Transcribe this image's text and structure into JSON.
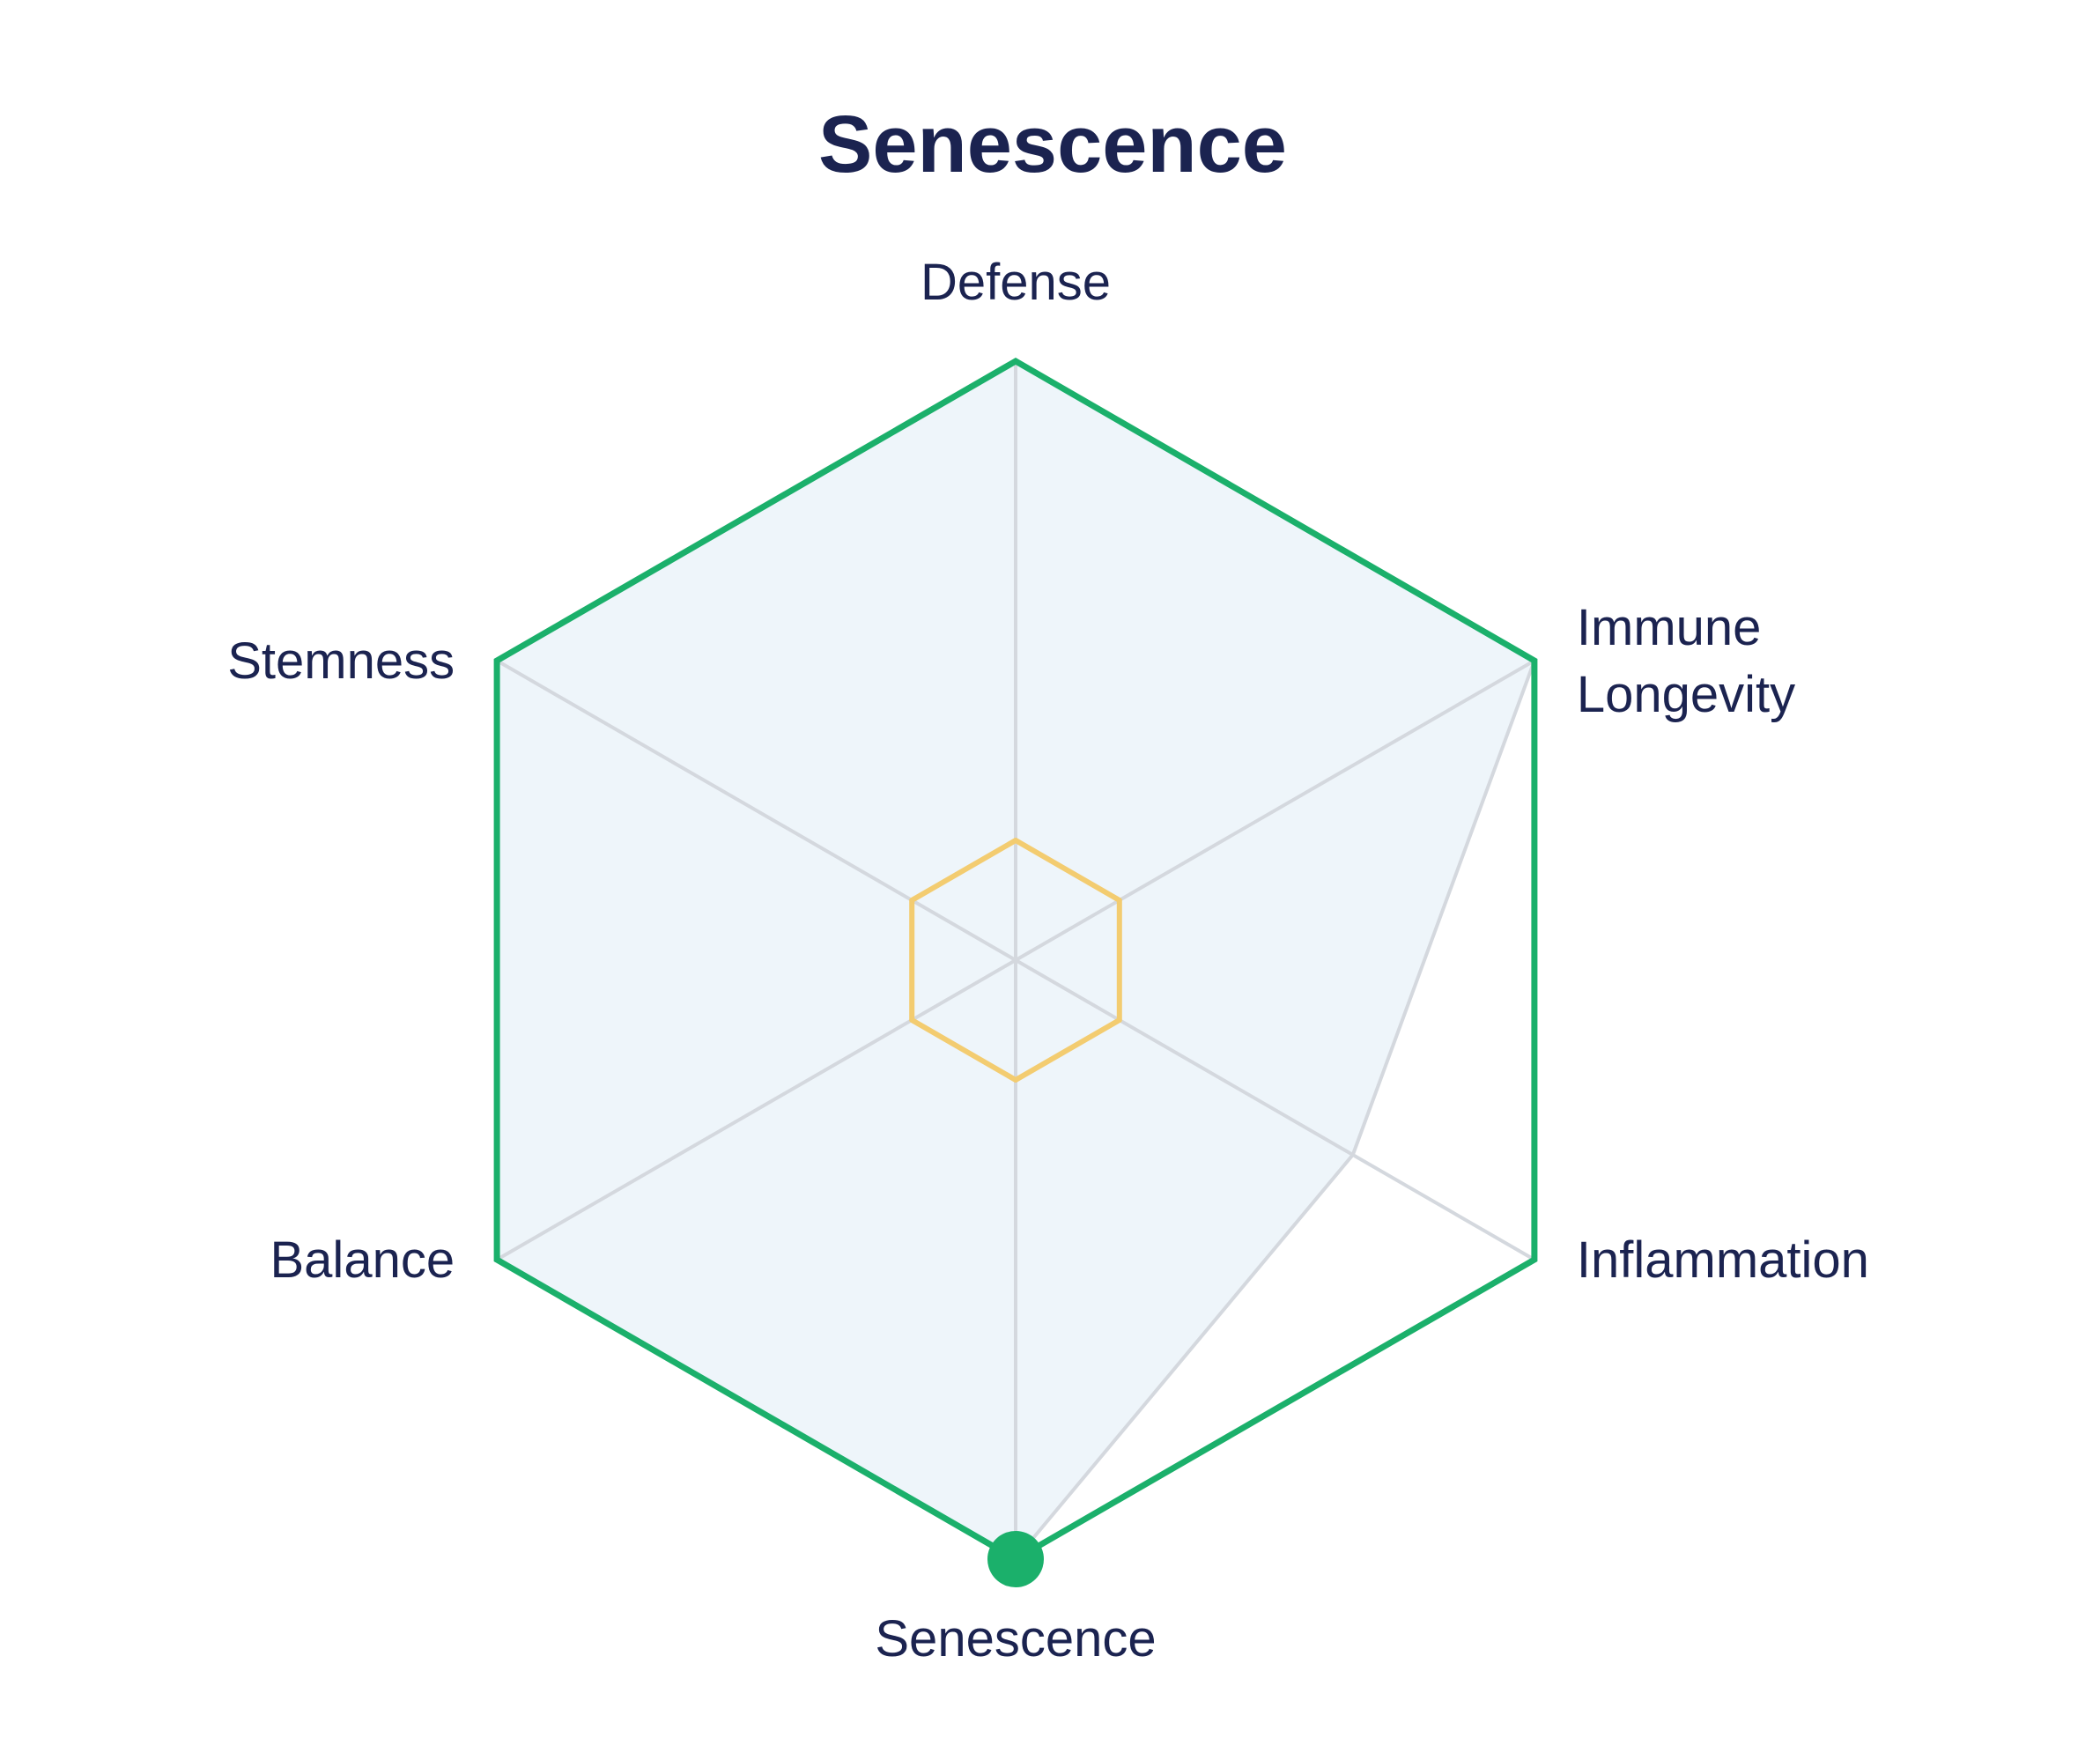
{
  "chart_data": {
    "type": "radar",
    "title": "Senescence",
    "axes": [
      {
        "key": "defense",
        "label": [
          "Defense"
        ]
      },
      {
        "key": "immune_longevity",
        "label": [
          "Immune",
          "Longevity"
        ]
      },
      {
        "key": "inflammation",
        "label": [
          "Inflammation"
        ]
      },
      {
        "key": "senescence",
        "label": [
          "Senescence"
        ]
      },
      {
        "key": "balance",
        "label": [
          "Balance"
        ]
      },
      {
        "key": "stemness",
        "label": [
          "Stemness"
        ]
      }
    ],
    "range": [
      0,
      1
    ],
    "series": [
      {
        "values": [
          1.0,
          1.0,
          0.65,
          1.0,
          1.0,
          1.0
        ]
      }
    ],
    "inner_ring": 0.2,
    "highlighted_axis": "senescence",
    "colors": {
      "outline": "#1bb06b",
      "inner_ring": "#f3cc70",
      "area_fill": "#eef5fa",
      "spokes": "#d4d8de",
      "text": "#1b2350",
      "marker": "#1bb06b"
    }
  }
}
